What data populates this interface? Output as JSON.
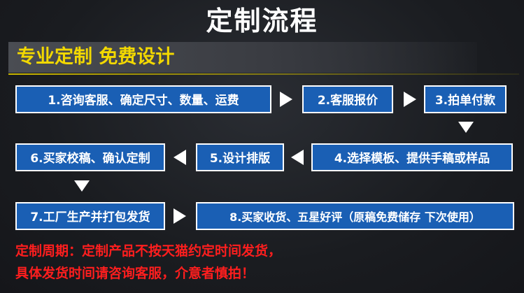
{
  "header": {
    "title": "定制流程",
    "subtitle": "专业定制  免费设计"
  },
  "steps": [
    "1.咨询客服、确定尺寸、数量、运费",
    "2.客服报价",
    "3.拍单付款",
    "4.选择模板、提供手稿或样品",
    "5.设计排版",
    "6.买家校稿、确认定制",
    "7.工厂生产并打包发货",
    "8.买家收货、五星好评（原稿免费储存 下次使用）"
  ],
  "notes": {
    "line1": "定制周期：定制产品不按天猫约定时间发货，",
    "line2": "具体发货时间请咨询客服，介意者慎拍！"
  },
  "colors": {
    "step_bg": "#1a5fb4",
    "accent_yellow": "#f2d800",
    "note_red": "#ff1e1e"
  }
}
